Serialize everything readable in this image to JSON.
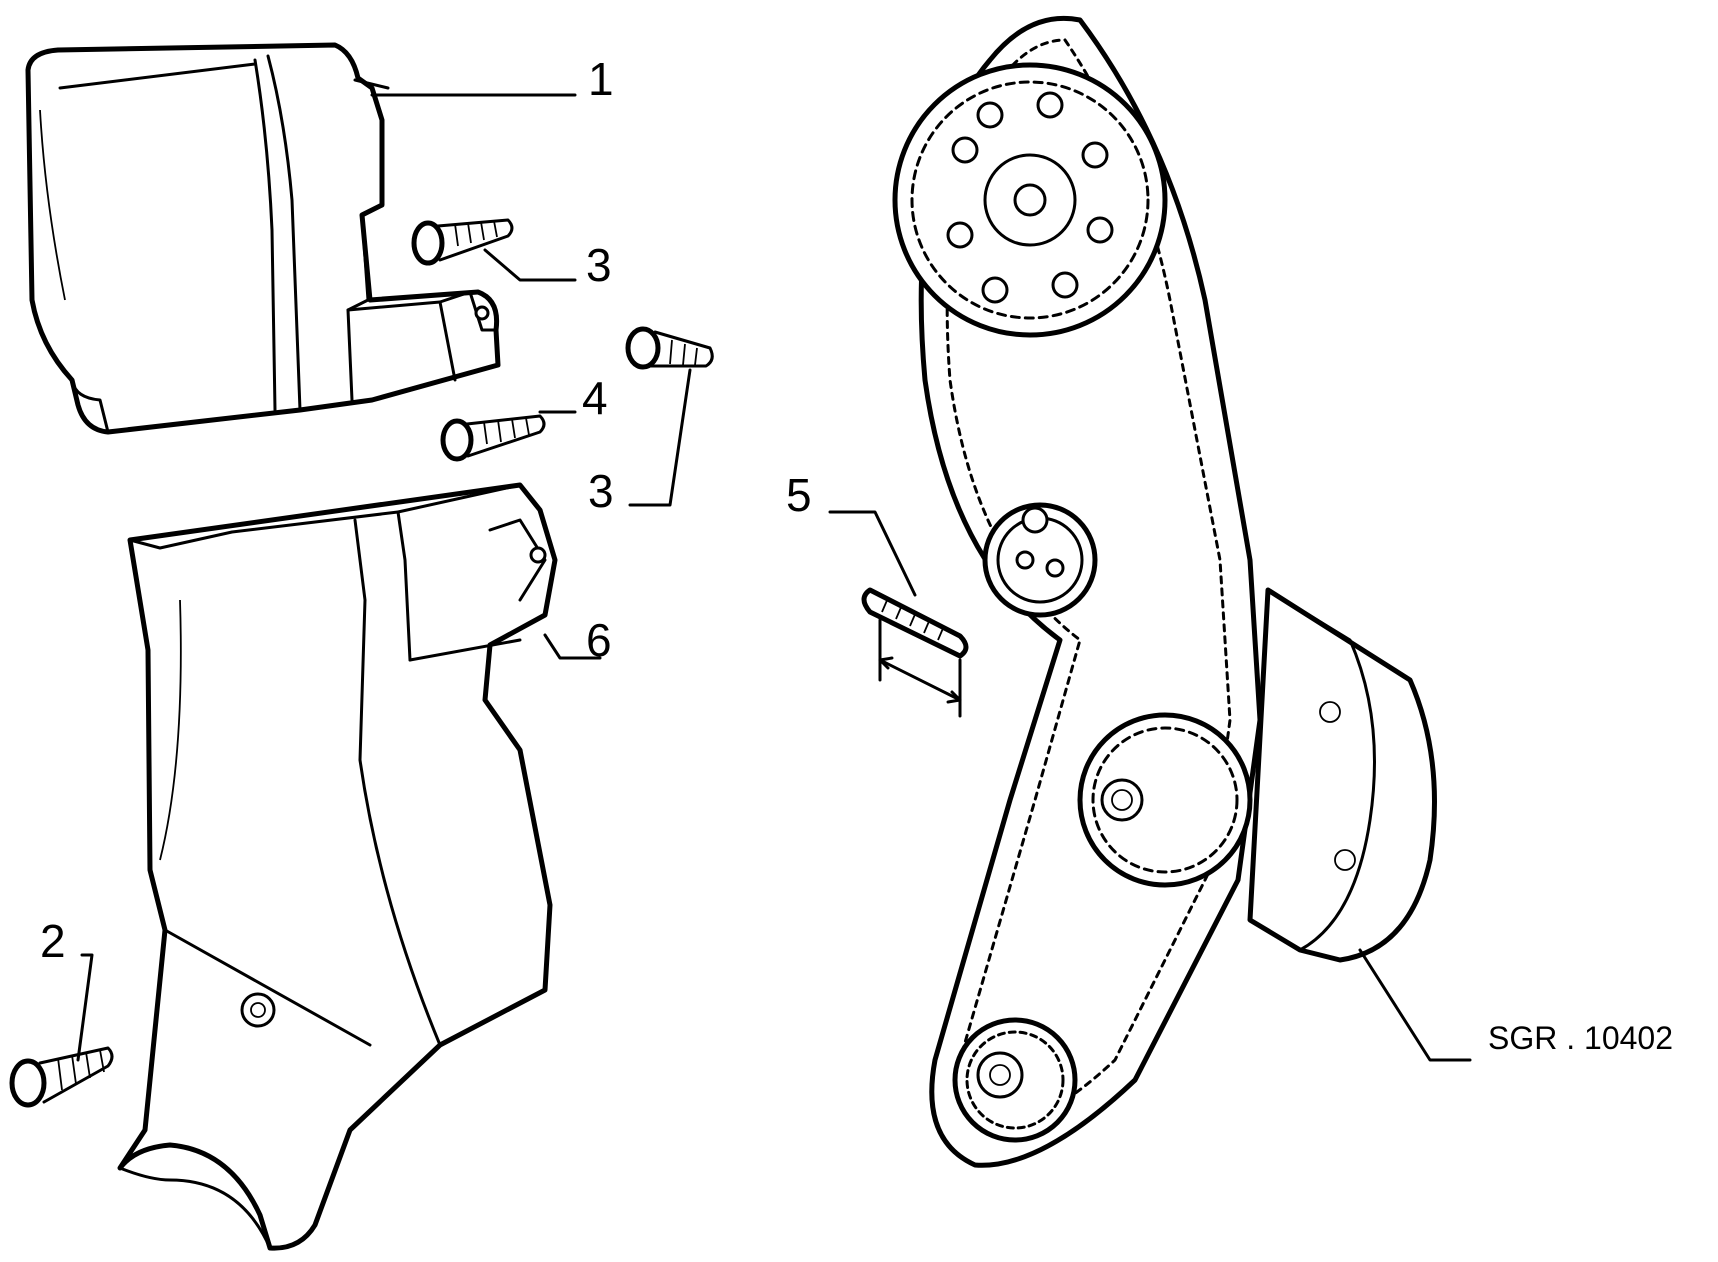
{
  "callouts": {
    "c1": "1",
    "c2": "2",
    "c3_upper": "3",
    "c3_lower": "3",
    "c4": "4",
    "c5": "5",
    "c6": "6"
  },
  "reference_code": "SGR . 10402",
  "colors": {
    "line": "#000000",
    "background": "#ffffff"
  }
}
